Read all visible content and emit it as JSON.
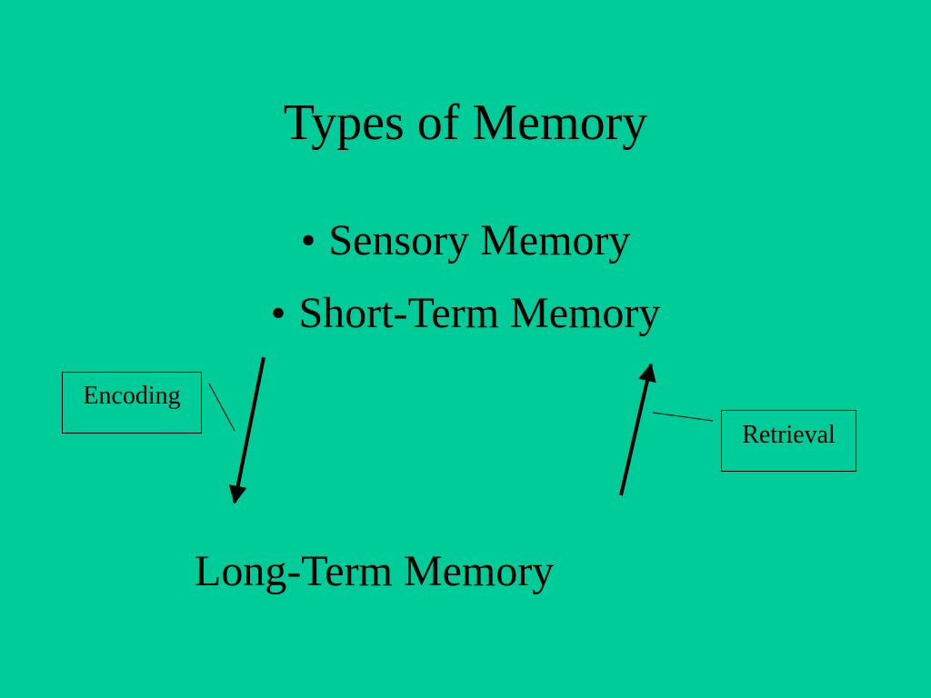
{
  "title": "Types of Memory",
  "bullets": [
    "Sensory Memory",
    "Short-Term Memory"
  ],
  "long_term_label": "Long-Term Memory",
  "encoding_label": "Encoding",
  "retrieval_label": "Retrieval",
  "colors": {
    "background": "#00cc99",
    "ink": "#000000"
  }
}
